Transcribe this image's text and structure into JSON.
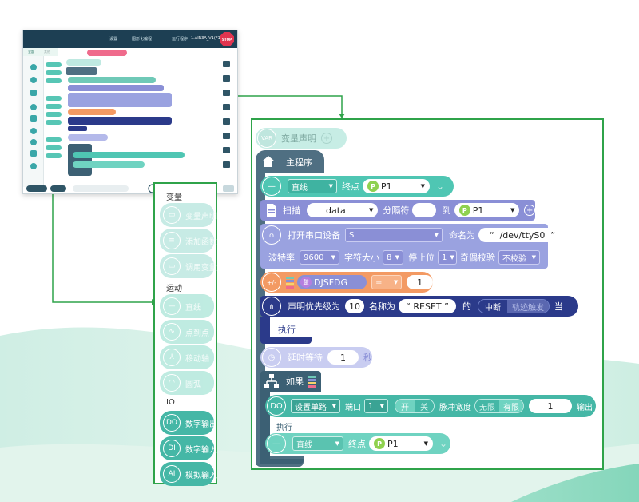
{
  "colors": {
    "accent_green": "#2fa34a",
    "motion_teal": "#4fc6b3",
    "io_teal": "#45b7a6",
    "main_slate": "#4f6f82",
    "serial_purple": "#8a8fd6",
    "var_orange": "#f39a63",
    "event_navy": "#2b3a8a",
    "timer_lilac": "#b4b9ea"
  },
  "tablet": {
    "title": "1.AIR3A_V1(F1)",
    "tabs": [
      "设置",
      "图形化编程",
      "运行程序"
    ],
    "stop_label": "STOP",
    "sidebar": [
      "全部",
      "其他"
    ]
  },
  "palette": {
    "sections": [
      {
        "title": "变量",
        "items": [
          {
            "icon": "var-icon",
            "label": "变量声明"
          },
          {
            "icon": "list-icon",
            "label": "添加函数"
          },
          {
            "icon": "call-icon",
            "label": "调用变量"
          }
        ]
      },
      {
        "title": "运动",
        "items": [
          {
            "icon": "line-icon",
            "label": "直线"
          },
          {
            "icon": "wave-icon",
            "label": "点到点"
          },
          {
            "icon": "axis-icon",
            "label": "移动轴"
          },
          {
            "icon": "arc-icon",
            "label": "圆弧"
          }
        ]
      },
      {
        "title": "IO",
        "items": [
          {
            "icon": "do-icon",
            "label": "数字输出",
            "badge": "DO"
          },
          {
            "icon": "di-icon",
            "label": "数字输入",
            "badge": "DI"
          },
          {
            "icon": "ai-icon",
            "label": "模拟输入",
            "badge": "AI"
          }
        ]
      }
    ]
  },
  "program": {
    "var_decl": {
      "badge": "VAR",
      "label": "变量声明"
    },
    "main": {
      "label": "主程序"
    },
    "line1": {
      "mode": "直线",
      "endpoint_label": "终点",
      "point": "P1"
    },
    "scan": {
      "label": "扫描",
      "var": "data",
      "sep_label": "分隔符",
      "sep_value": "",
      "to_label": "到",
      "point": "P1"
    },
    "serial": {
      "open_label": "打开串口设备",
      "device": "S",
      "name_label": "命名为",
      "path": "/dev/ttyS0",
      "baud_label": "波特率",
      "baud": "9600",
      "charsize_label": "字符大小",
      "charsize": "8",
      "stopbit_label": "停止位",
      "stopbit": "1",
      "parity_label": "奇偶校验",
      "parity": "不校验"
    },
    "assign": {
      "op_icon": "+/-",
      "var_badge": "整",
      "var": "DJSFDG",
      "op": "=",
      "value": "1"
    },
    "event": {
      "declare_label": "声明优先级为",
      "priority": "10",
      "name_label": "名称为",
      "name": "RESET",
      "of_label": "的",
      "toggle_on": "中断",
      "toggle_off": "轨迹触发",
      "when_label": "当",
      "exec_label": "执行"
    },
    "delay": {
      "label": "延时等待",
      "value": "1",
      "unit": "秒"
    },
    "if_block": {
      "label": "如果",
      "exec_label": "执行"
    },
    "do_out": {
      "badge": "DO",
      "mode": "设置单路",
      "port_label": "端口",
      "port": "1",
      "on": "开",
      "off": "关",
      "pulse_label": "脉冲宽度",
      "unlimited": "无限",
      "limited": "有限",
      "width": "1",
      "output_label": "输出"
    },
    "line2": {
      "mode": "直线",
      "endpoint_label": "终点",
      "point": "P1"
    }
  }
}
